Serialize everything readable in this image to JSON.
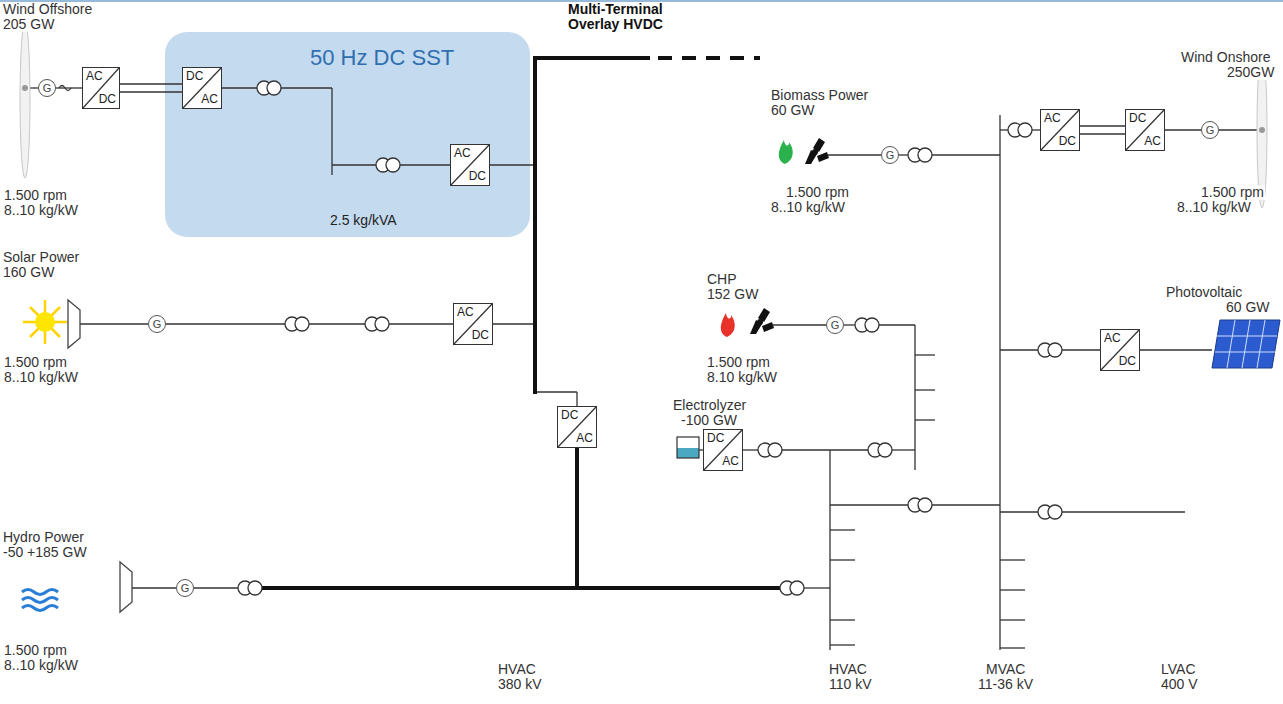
{
  "diagram": {
    "nodes": [
      {
        "text": [
          "50 Hz DC SST",
          "2.5 kg/kVA"
        ]
      },
      {
        "text": [
          "G"
        ]
      },
      {
        "text": [
          "AC",
          "DC"
        ]
      },
      {
        "text": [
          "DC",
          "AC"
        ],
        "in": 0
      },
      {
        "text": [
          "AC",
          "DC"
        ],
        "in": 0
      },
      {
        "text": [
          "G"
        ]
      },
      {
        "text": [
          "AC",
          "DC"
        ]
      },
      {
        "text": [
          "DC",
          "AC"
        ]
      },
      {
        "text": [
          "G"
        ]
      },
      {
        "text": [
          "G"
        ]
      },
      {
        "text": [
          "AC",
          "DC"
        ]
      },
      {
        "text": [
          "G"
        ]
      },
      {
        "text": [
          "AC",
          "DC"
        ]
      },
      {
        "text": [
          "DC",
          "AC"
        ]
      },
      {
        "text": [
          "DC",
          "AC"
        ]
      },
      {
        "text": [
          "G"
        ]
      }
    ],
    "edges": [
      {
        "from": 1,
        "to": 2,
        "arrow": "none"
      },
      {
        "from": 2,
        "to": 3,
        "arrow": "none"
      },
      {
        "from": 6,
        "to": 7,
        "arrow": "none"
      },
      {
        "from": 7,
        "to": 8,
        "arrow": "none"
      }
    ],
    "labels": [
      "Multi-Terminal",
      "Overlay HVDC",
      "Wind Offshore",
      "205 GW",
      "1.500 rpm",
      "8..10 kg/kW",
      "Solar Power",
      "160 GW",
      "1.500 rpm",
      "8..10 kg/kW",
      "Hydro Power",
      "-50 +185 GW",
      "1.500 rpm",
      "8..10 kg/kW",
      "Biomass Power",
      "60 GW",
      "1.500 rpm",
      "8..10 kg/kW",
      "CHP",
      "152 GW",
      "1.500 rpm",
      "8.10 kg/kW",
      "Electrolyzer",
      "-100 GW",
      "Wind Onshore",
      "250GW",
      "1.500 rpm",
      "8..10 kg/kW",
      "Photovoltaic",
      "60 GW",
      "HVAC",
      "380 kV",
      "HVAC",
      "110 kV",
      "MVAC",
      "11-36 kV",
      "LVAC",
      "400 V"
    ]
  }
}
